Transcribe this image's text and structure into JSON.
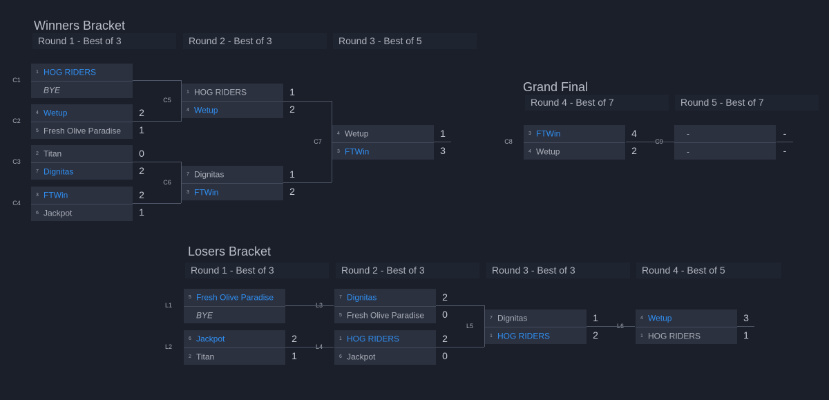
{
  "winners": {
    "title": "Winners Bracket",
    "rounds": [
      "Round 1 - Best of 3",
      "Round 2 - Best of 3",
      "Round 3 - Best of 5"
    ],
    "matches": [
      {
        "label": "C1",
        "top": {
          "seed": "1",
          "name": "HOG RIDERS",
          "score": "",
          "win": true
        },
        "bottom": {
          "seed": "",
          "name": "BYE",
          "score": "",
          "bye": true
        }
      },
      {
        "label": "C2",
        "top": {
          "seed": "4",
          "name": "Wetup",
          "score": "2",
          "win": true
        },
        "bottom": {
          "seed": "5",
          "name": "Fresh Olive Paradise",
          "score": "1"
        }
      },
      {
        "label": "C3",
        "top": {
          "seed": "2",
          "name": "Titan",
          "score": "0"
        },
        "bottom": {
          "seed": "7",
          "name": "Dignitas",
          "score": "2",
          "win": true
        }
      },
      {
        "label": "C4",
        "top": {
          "seed": "3",
          "name": "FTWin",
          "score": "2",
          "win": true
        },
        "bottom": {
          "seed": "6",
          "name": "Jackpot",
          "score": "1"
        }
      },
      {
        "label": "C5",
        "top": {
          "seed": "1",
          "name": "HOG RIDERS",
          "score": "1"
        },
        "bottom": {
          "seed": "4",
          "name": "Wetup",
          "score": "2",
          "win": true
        }
      },
      {
        "label": "C6",
        "top": {
          "seed": "7",
          "name": "Dignitas",
          "score": "1"
        },
        "bottom": {
          "seed": "3",
          "name": "FTWin",
          "score": "2",
          "win": true
        }
      },
      {
        "label": "C7",
        "top": {
          "seed": "4",
          "name": "Wetup",
          "score": "1"
        },
        "bottom": {
          "seed": "3",
          "name": "FTWin",
          "score": "3",
          "win": true
        }
      }
    ]
  },
  "grand_final": {
    "title": "Grand Final",
    "rounds": [
      "Round 4 - Best of 7",
      "Round 5 - Best of 7"
    ],
    "matches": [
      {
        "label": "C8",
        "top": {
          "seed": "3",
          "name": "FTWin",
          "score": "4",
          "win": true
        },
        "bottom": {
          "seed": "4",
          "name": "Wetup",
          "score": "2"
        }
      },
      {
        "label": "C9",
        "top": {
          "seed": "",
          "name": "-",
          "score": "-"
        },
        "bottom": {
          "seed": "",
          "name": "-",
          "score": "-"
        }
      }
    ]
  },
  "losers": {
    "title": "Losers Bracket",
    "rounds": [
      "Round 1 - Best of 3",
      "Round 2 - Best of 3",
      "Round 3 - Best of 3",
      "Round 4 - Best of 5"
    ],
    "matches": [
      {
        "label": "L1",
        "top": {
          "seed": "5",
          "name": "Fresh Olive Paradise",
          "score": "",
          "win": true
        },
        "bottom": {
          "seed": "",
          "name": "BYE",
          "score": "",
          "bye": true
        }
      },
      {
        "label": "L2",
        "top": {
          "seed": "6",
          "name": "Jackpot",
          "score": "2",
          "win": true
        },
        "bottom": {
          "seed": "2",
          "name": "Titan",
          "score": "1"
        }
      },
      {
        "label": "L3",
        "top": {
          "seed": "7",
          "name": "Dignitas",
          "score": "2",
          "win": true
        },
        "bottom": {
          "seed": "5",
          "name": "Fresh Olive Paradise",
          "score": "0"
        }
      },
      {
        "label": "L4",
        "top": {
          "seed": "1",
          "name": "HOG RIDERS",
          "score": "2",
          "win": true
        },
        "bottom": {
          "seed": "6",
          "name": "Jackpot",
          "score": "0"
        }
      },
      {
        "label": "L5",
        "top": {
          "seed": "7",
          "name": "Dignitas",
          "score": "1"
        },
        "bottom": {
          "seed": "1",
          "name": "HOG RIDERS",
          "score": "2",
          "win": true
        }
      },
      {
        "label": "L6",
        "top": {
          "seed": "4",
          "name": "Wetup",
          "score": "3",
          "win": true
        },
        "bottom": {
          "seed": "1",
          "name": "HOG RIDERS",
          "score": "1"
        }
      }
    ]
  },
  "colors": {
    "background": "#1b1f2a",
    "team_box": "#2c3140",
    "winner_text": "#2f8ff1",
    "connector": "#4f5667"
  }
}
